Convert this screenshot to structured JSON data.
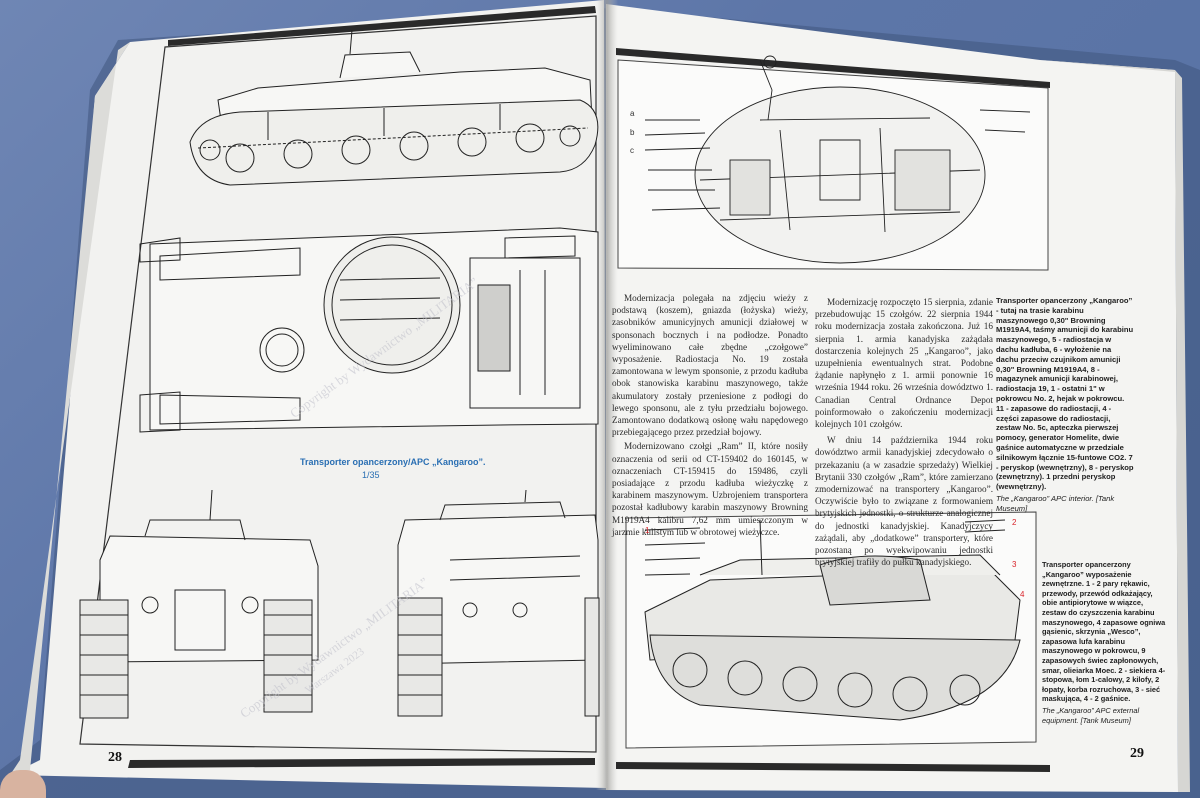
{
  "photo": {
    "colors": {
      "background": "#6483b5",
      "paper": "#f3f3f1",
      "ink": "#1c1c1c",
      "caption_blue": "#2a6fb3",
      "caption_red": "#d8232a"
    }
  },
  "left_page": {
    "page_number": "28",
    "caption_title": "Transporter opancerzony/APC „Kangaroo”.",
    "caption_scale": "1/35",
    "watermark_1": "Copyright by Wydawnictwo „MILITARIA”",
    "watermark_2": "Copyright by Wydawnictwo „MILITARIA”",
    "watermark_3": "Warszawa 2023"
  },
  "right_page": {
    "page_number": "29",
    "interior_labels": [
      "a",
      "b",
      "c"
    ],
    "col1": [
      "Modernizacja polegała na zdjęciu wieży z podstawą (koszem), gniazda (łożyska) wieży, zasobników amunicyjnych amunicji działowej w sponsonach bocznych i na podłodze. Ponadto wyeliminowano całe zbędne „czołgowe” wyposażenie. Radiostacja No. 19 została zamontowana w lewym sponsonie, z przodu kadłuba obok stanowiska karabinu maszynowego, także akumulatory zostały przeniesione z podłogi do lewego sponsonu, ale z tyłu przedziału bojowego. Zamontowano dodatkową osłonę wału napędowego przebiegającego przez przedział bojowy.",
      "Modernizowano czołgi „Ram” II, które nosiły oznaczenia od serii od CT-159402 do 160145, w oznaczeniach CT-159415 do 159486, czyli posiadające z przodu kadłuba wieżyczkę z karabinem maszynowym. Uzbrojeniem transportera pozostał kadłubowy karabin maszynowy Browning M1919A4 kalibru 7,62 mm umieszczonym w jarzmie kulistym lub w obrotowej wieżyczce."
    ],
    "col2": [
      "Modernizację rozpoczęto 15 sierpnia, zdanie przebudowując 15 czołgów. 22 sierpnia 1944 roku modernizacja została zakończona. Już 16 sierpnia 1. armia kanadyjska zażądała dostarczenia kolejnych 25 „Kangaroo”, jako uzupełnienia ewentualnych strat. Podobne żądanie napłynęło z 1. armii ponownie 16 września 1944 roku. 26 września dowództwo 1. Canadian Central Ordnance Depot poinformowało o zakończeniu modernizacji kolejnych 101 czołgów.",
      "W dniu 14 października 1944 roku dowództwo armii kanadyjskiej zdecydowało o przekazaniu (a w zasadzie sprzedaży) Wielkiej Brytanii 330 czołgów „Ram”, które zamierzano zmodernizować na transportery „Kangaroo”. Oczywiście było to związane z formowaniem brytyjskich jednostki, o strukturze analogicznej do jednostki kanadyjskiej. Kanadyjczycy zażądali, aby „dodatkowe” transportery, które pozostaną po wyekwipowaniu jednostki brytyjskiej trafiły do pułku kanadyjskiego."
    ],
    "side_caption": [
      "Transporter opancerzony „Kangaroo” - tutaj na trasie karabinu maszynowego 0,30\" Browning M1919A4, taśmy amunicji do karabinu maszynowego, 5 - radiostacja w dachu kadłuba, 6 - wyłożenie na dachu przeciw czujnikom amunicji 0,30\" Browning M1919A4, 8 - magazynek amunicji karabinowej, radiostacja 19, 1 - ostatni 1\" w pokrowcu No. 2, hejak w pokrowcu. 11 - zapasowe do radiostacji, 4 - części zapasowe do radiostacji, zestaw No. 5c, apteczka pierwszej pomocy, generator Homelite, dwie gaśnice automatyczne w przedziale silnikowym łącznie 15-funtowe CO2. 7 - peryskop (wewnętrzny), 8 - peryskop (zewnętrzny). 1 przedni peryskop (wewnętrzny)."
    ],
    "side_caption_en": "The „Kangaroo” APC interior. [Tank Museum]",
    "exterior_labels": [
      "1",
      "2",
      "3",
      "4"
    ],
    "ext_caption": "Transporter opancerzony „Kangaroo” wyposażenie zewnętrzne. 1 - 2 pary rękawic, przewody, przewód odkażający, obie antipiorytowe w wiązce, zestaw do czyszczenia karabinu maszynowego, 4 zapasowe ogniwa gąsienic, skrzynia „Wesco”, zapasowa lufa karabinu maszynowego w pokrowcu, 9 zapasowych świec zapłonowych, smar, olieiarka Moec. 2 - siekiera 4-stopowa, łom 1-calowy, 2 kilofy, 2 łopaty, korba rozruchowa, 3 - sieć maskująca, 4 - 2 gaśnice.",
    "ext_caption_en": "The „Kangaroo” APC external equipment. [Tank Museum]"
  }
}
